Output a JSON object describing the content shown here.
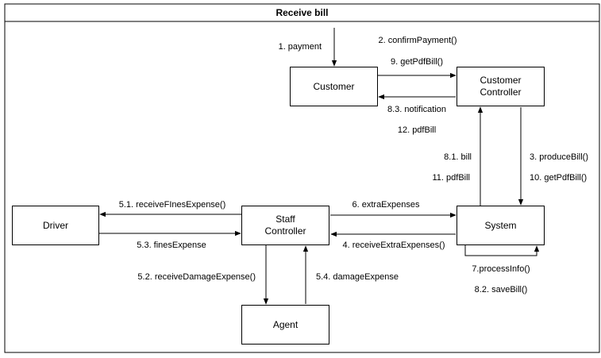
{
  "diagram": {
    "title": "Receive bill",
    "nodes": {
      "customer": "Customer",
      "customer_controller": [
        "Customer",
        "Controller"
      ],
      "system": "System",
      "staff_controller": [
        "Staff",
        "Controller"
      ],
      "driver": "Driver",
      "agent": "Agent"
    },
    "messages": {
      "m1": "1. payment",
      "m2": "2. confirmPayment()",
      "m9": "9. getPdfBill()",
      "m83": "8.3. notification",
      "m12": "12. pdfBill",
      "m81": "8.1. bill",
      "m11": "11. pdfBill",
      "m3": "3. produceBill()",
      "m10": "10. getPdfBill()",
      "m6": "6. extraExpenses",
      "m54_extra": "4. receiveExtraExpenses()",
      "m7": "7.processInfo()",
      "m82": "8.2. saveBill()",
      "m51": "5.1. receiveFInesExpense()",
      "m53": "5.3. finesExpense",
      "m52": "5.2. receiveDamageExpense()",
      "m54": "5.4. damageExpense"
    }
  }
}
